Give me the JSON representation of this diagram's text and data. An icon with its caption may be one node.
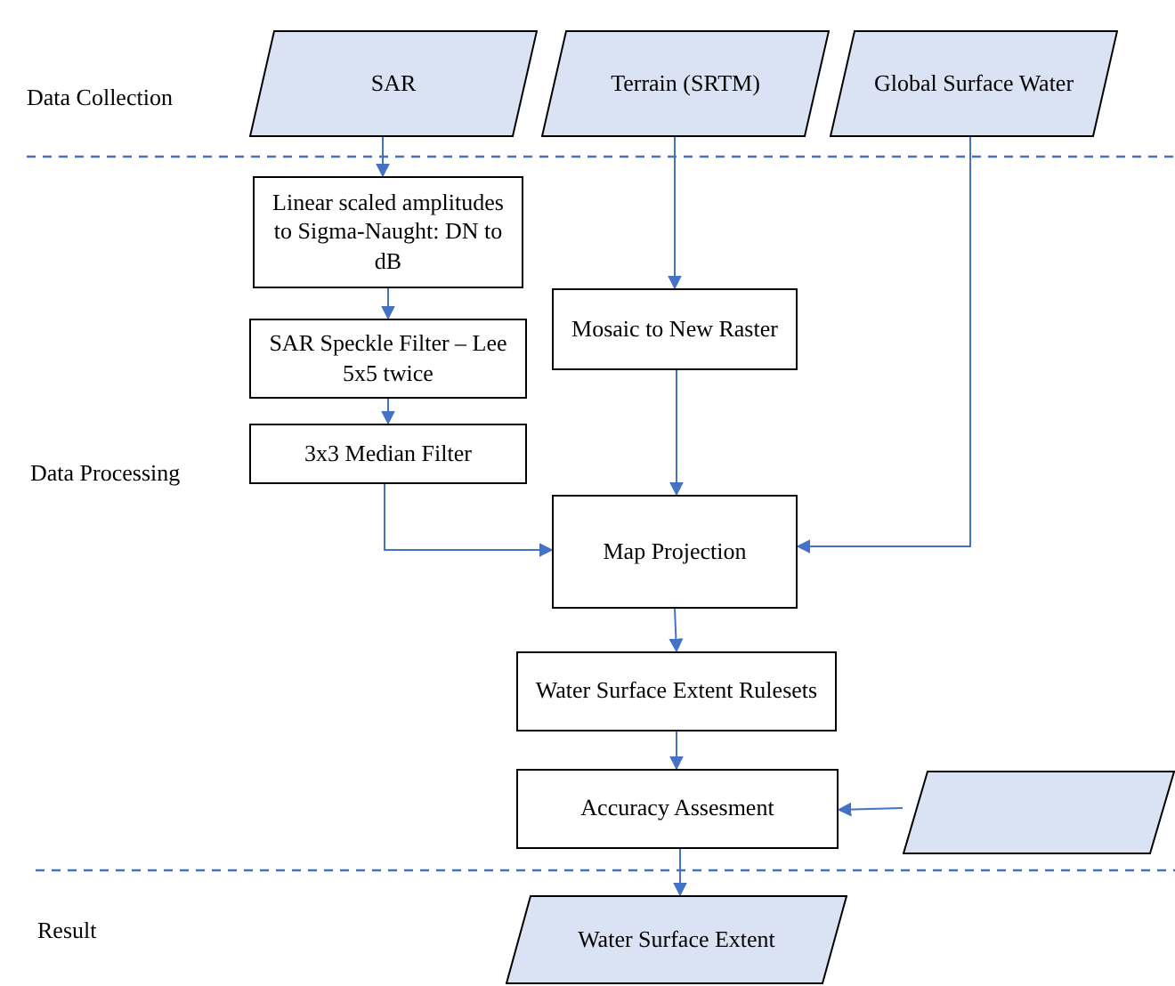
{
  "diagram": {
    "nodes": [
      {
        "text": [
          "SAR"
        ]
      },
      {
        "text": [
          "Terrain (SRTM)"
        ]
      },
      {
        "text": [
          "Global Surface Water"
        ]
      },
      {
        "text": [
          "Linear scaled amplitudes to Sigma-Naught: DN to dB"
        ]
      },
      {
        "text": [
          "SAR Speckle Filter – Lee 5x5 twice"
        ]
      },
      {
        "text": [
          "3x3 Median Filter"
        ]
      },
      {
        "text": [
          "Mosaic to New Raster"
        ]
      },
      {
        "text": [
          "Map Projection"
        ]
      },
      {
        "text": [
          "Water Surface Extent Rulesets"
        ]
      },
      {
        "text": [
          "Accuracy Assesment"
        ]
      },
      {
        "text": [],
        "shape": "parallelogram"
      },
      {
        "text": [
          "Water Surface Extent"
        ]
      }
    ],
    "edges": [
      {
        "from": 0,
        "to": 3,
        "arrow": "to"
      },
      {
        "from": 3,
        "to": 4,
        "arrow": "to"
      },
      {
        "from": 4,
        "to": 5,
        "arrow": "to"
      },
      {
        "from": 5,
        "to": 7,
        "arrow": "to"
      },
      {
        "from": 1,
        "to": 6,
        "arrow": "to"
      },
      {
        "from": 6,
        "to": 7,
        "arrow": "to"
      },
      {
        "from": 2,
        "to": 7,
        "arrow": "to"
      },
      {
        "from": 7,
        "to": 8,
        "arrow": "to"
      },
      {
        "from": 8,
        "to": 9,
        "arrow": "to"
      },
      {
        "from": 10,
        "to": 9,
        "arrow": "to"
      },
      {
        "from": 9,
        "to": 11,
        "arrow": "to"
      }
    ],
    "labels": [
      "Data Collection",
      "Data Processing",
      "Result"
    ]
  }
}
